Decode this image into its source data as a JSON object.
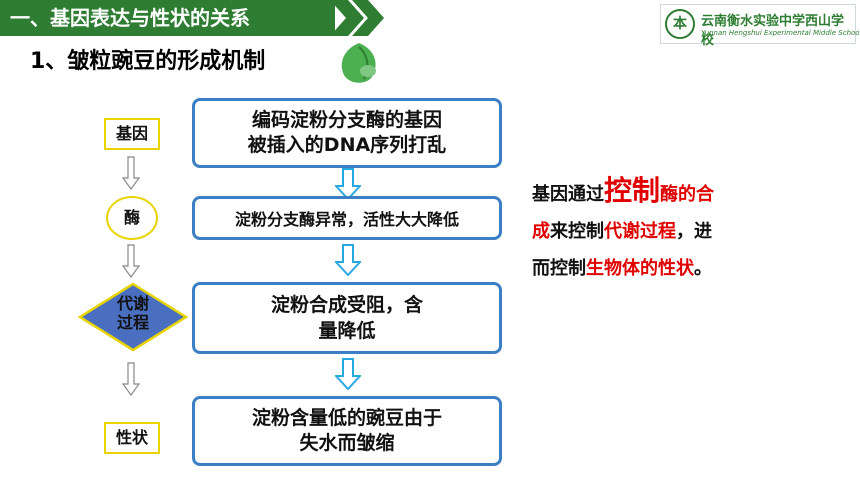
{
  "header": {
    "banner_text": "一、基因表达与性状的关系"
  },
  "logo": {
    "emblem_char": "本",
    "school_name": "云南衡水实验中学西山学校",
    "school_sub": "Yunnan Hengshui Experimental Middle School of Xishan"
  },
  "section_title": "1、皱粒豌豆的形成机制",
  "left_labels": {
    "gene": "基因",
    "enzyme": "酶",
    "process_line1": "代谢",
    "process_line2": "过程",
    "trait": "性状"
  },
  "boxes": {
    "box1_line1": "编码淀粉分支酶的基因",
    "box1_line2": "被插入的DNA序列打乱",
    "box2": "淀粉分支酶异常，活性大大降低",
    "box3_line1": "淀粉合成受阻，含",
    "box3_line2": "量降低",
    "box4_line1": "淀粉含量低的豌豆由于",
    "box4_line2": "失水而皱缩"
  },
  "explanation": {
    "part1": "基因通过",
    "part2": "控制",
    "part3": "酶的合",
    "part4": "成",
    "part5": "来控制",
    "part6": "代谢过程",
    "part7": "，进",
    "part8": "而控制",
    "part9": "生物体的性状",
    "part10": "。"
  },
  "colors": {
    "banner": "#2e7d32",
    "box_border": "#3d7fc4",
    "label_border": "#e8d400",
    "highlight": "#e00000",
    "arrow": "#29a8e0"
  }
}
